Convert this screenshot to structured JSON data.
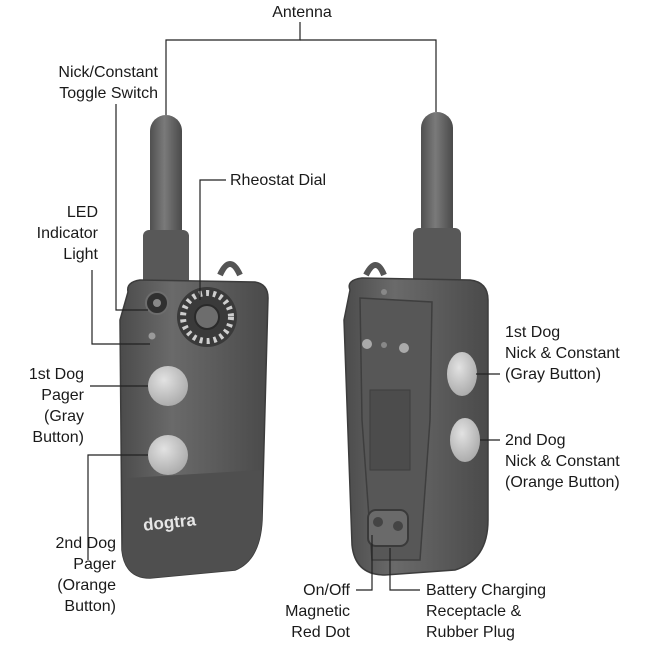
{
  "labels": {
    "antenna": "Antenna",
    "toggle": [
      "Nick/Constant",
      "Toggle Switch"
    ],
    "rheostat": "Rheostat Dial",
    "led": [
      "LED",
      "Indicator",
      "Light"
    ],
    "dog1_pager": [
      "1st Dog",
      "Pager",
      "(Gray",
      "Button)"
    ],
    "dog2_pager": [
      "2nd Dog",
      "Pager",
      "(Orange",
      "Button)"
    ],
    "dog1_nick": [
      "1st Dog",
      "Nick & Constant",
      "(Gray Button)"
    ],
    "dog2_nick": [
      "2nd Dog",
      "Nick & Constant",
      "(Orange Button)"
    ],
    "onoff": [
      "On/Off",
      "Magnetic",
      "Red Dot"
    ],
    "battery": [
      "Battery Charging",
      "Receptacle &",
      "Rubber Plug"
    ]
  },
  "brand": "dogtra",
  "colors": {
    "body": "#5f5f5f",
    "body_dark": "#444444",
    "button": "#c9c9c9",
    "line": "#222222"
  }
}
